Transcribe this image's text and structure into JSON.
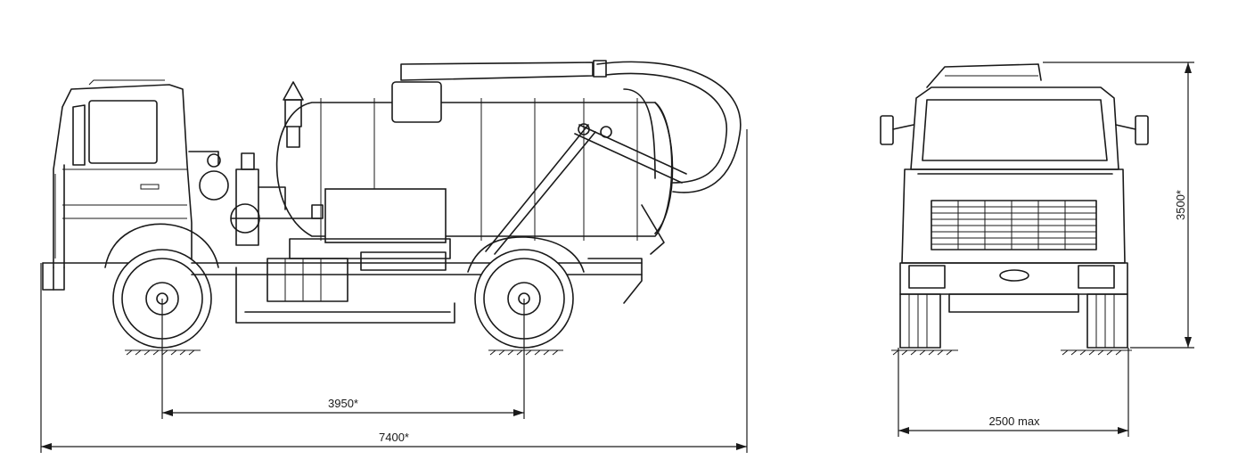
{
  "dimensions": {
    "wheelbase": "3950*",
    "overall_length": "7400*",
    "overall_width": "2500 max",
    "overall_height": "3500*"
  }
}
